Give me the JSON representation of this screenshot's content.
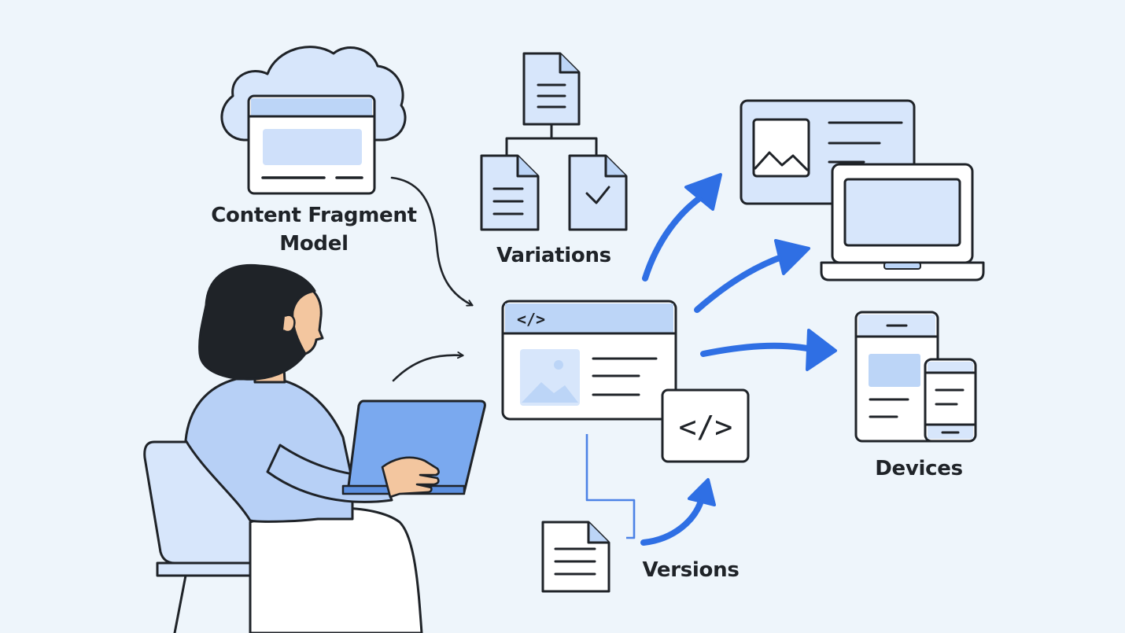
{
  "labels": {
    "content_fragment_model": [
      "Content Fragment",
      "Model"
    ],
    "variations": "Variations",
    "devices": "Devices",
    "versions": "Versions"
  },
  "icons": {
    "code_symbol": "</>"
  },
  "colors": {
    "background": "#eef5fb",
    "outline": "#1f2328",
    "panel_light": "#d7e6fb",
    "panel_mid": "#bcd5f7",
    "arrow_blue": "#2f6fe4",
    "connector_blue": "#4c82e6",
    "laptop_screen": "#7aa9ef"
  }
}
